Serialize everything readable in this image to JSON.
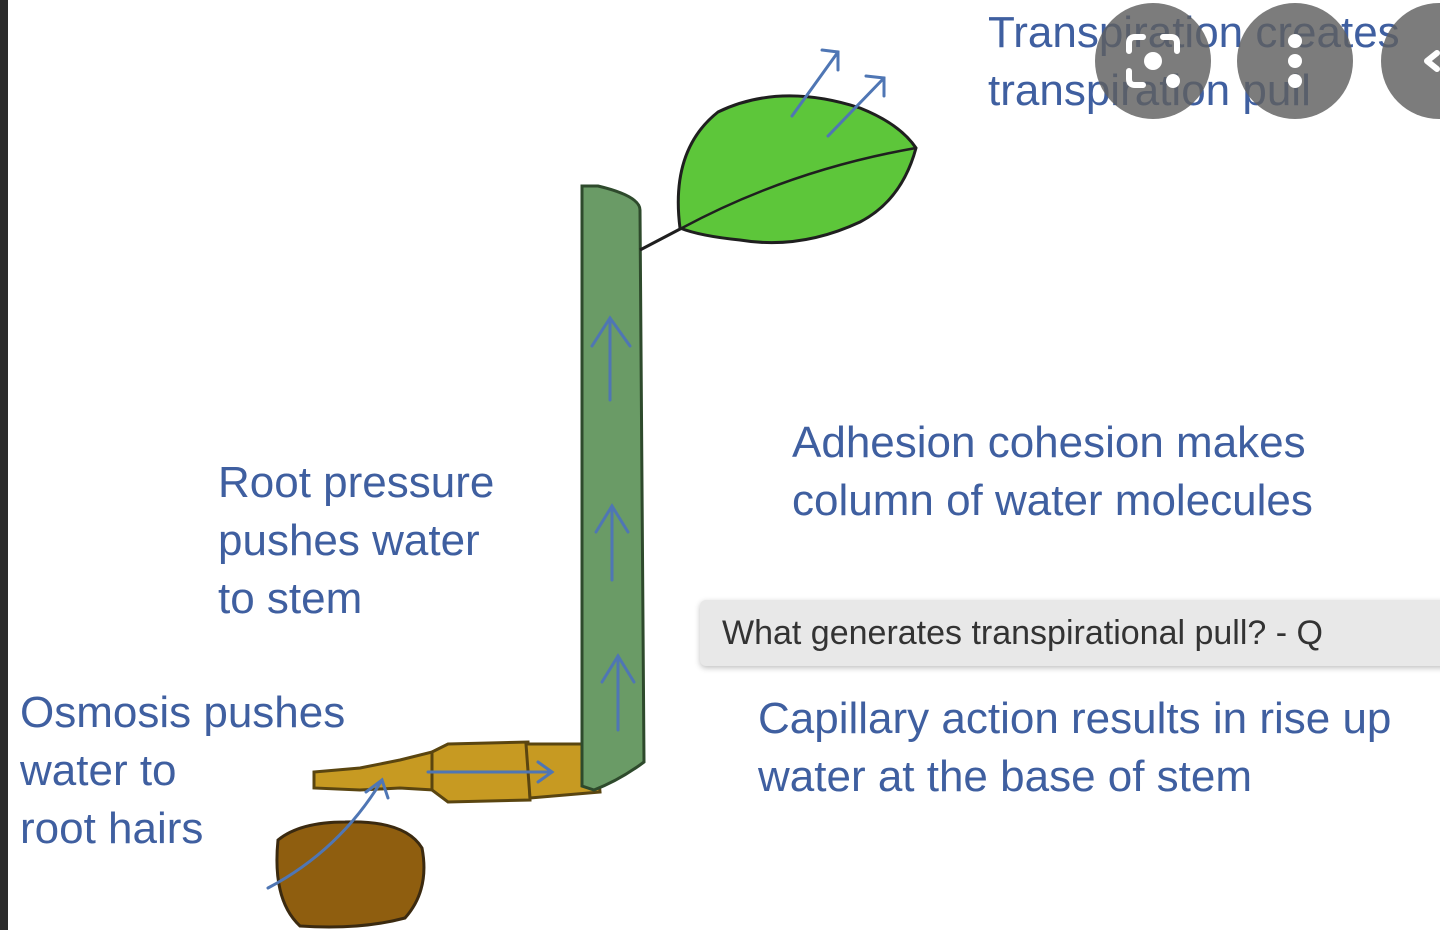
{
  "diagram": {
    "labels": {
      "transpiration": [
        "Transpiration creates",
        "transpiration pull"
      ],
      "adhesion": [
        "Adhesion cohesion makes",
        "column of water molecules"
      ],
      "root_pressure": [
        "Root pressure",
        "pushes water",
        "to stem"
      ],
      "osmosis": [
        "Osmosis pushes",
        "water to",
        "root hairs"
      ],
      "capillary": [
        "Capillary action results in rise up",
        "water at the base of stem"
      ]
    },
    "colors": {
      "leaf": "#5dc63a",
      "stem": "#6a9b66",
      "root": "#c79a22",
      "root_hair": "#8f5e0f",
      "arrow": "#4f76b4",
      "label_text": "#3f5fa0"
    }
  },
  "image_viewer": {
    "caption": "What generates transpirational pull? - Q",
    "controls": [
      {
        "icon": "lens-search-icon"
      },
      {
        "icon": "more-vertical-icon"
      },
      {
        "icon": "share-icon"
      }
    ]
  }
}
